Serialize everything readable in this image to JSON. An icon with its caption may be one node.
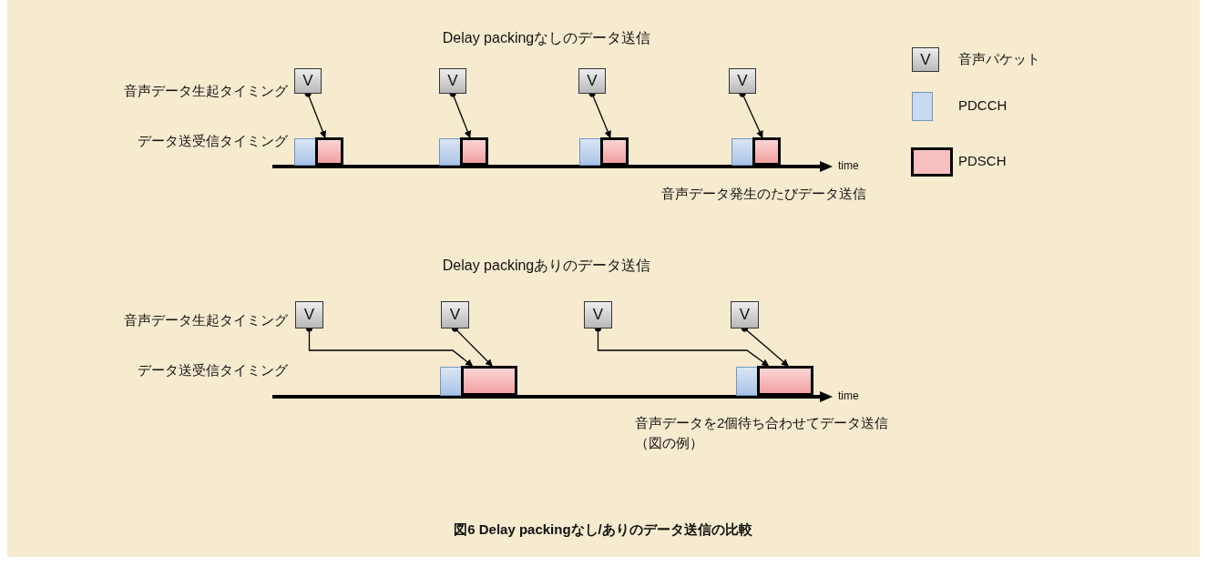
{
  "diagram": {
    "caption": "図6 Delay packingなし/ありのデータ送信の比較",
    "nodes": [
      {
        "text": [
          "V"
        ]
      },
      {
        "text": [
          "V"
        ]
      },
      {
        "text": [
          "V"
        ]
      },
      {
        "text": [
          "V"
        ]
      },
      {
        "text": [],
        "shape": "box"
      },
      {
        "text": [],
        "shape": "box"
      },
      {
        "text": [],
        "shape": "box"
      },
      {
        "text": [],
        "shape": "box"
      },
      {
        "text": [],
        "shape": "box"
      },
      {
        "text": [],
        "shape": "box"
      },
      {
        "text": [],
        "shape": "box"
      },
      {
        "text": [],
        "shape": "box"
      },
      {
        "text": [
          "V"
        ]
      },
      {
        "text": [
          "V"
        ]
      },
      {
        "text": [
          "V"
        ]
      },
      {
        "text": [
          "V"
        ]
      },
      {
        "text": [],
        "shape": "box"
      },
      {
        "text": [],
        "shape": "box"
      },
      {
        "text": [],
        "shape": "box"
      },
      {
        "text": [],
        "shape": "box"
      }
    ],
    "edges": [
      {
        "from": 0,
        "to": 5,
        "arrow": "to"
      },
      {
        "from": 1,
        "to": 7,
        "arrow": "to"
      },
      {
        "from": 2,
        "to": 9,
        "arrow": "to"
      },
      {
        "from": 3,
        "to": 11,
        "arrow": "to"
      },
      {
        "from": 12,
        "to": 17,
        "arrow": "to"
      },
      {
        "from": 13,
        "to": 17,
        "arrow": "to"
      },
      {
        "from": 14,
        "to": 19,
        "arrow": "to"
      },
      {
        "from": 15,
        "to": 19,
        "arrow": "to"
      }
    ],
    "labels": [
      "Delay packingなしのデータ送信",
      "V",
      "音声データ生起タイミング",
      "データ送受信タイミング",
      "time",
      "音声データ発生のたびデータ送信",
      "Delay packingありのデータ送信",
      "音声データ生起タイミング",
      "データ送受信タイミング",
      "time",
      "音声データを2個待ち合わせてデータ送信（図の例）"
    ],
    "legend": [
      {
        "text": "音声パケット"
      },
      {
        "text": "PDCCH",
        "color": "#c9d9ef"
      },
      {
        "text": "PDSCH",
        "color": "#f7bfbf"
      }
    ]
  }
}
